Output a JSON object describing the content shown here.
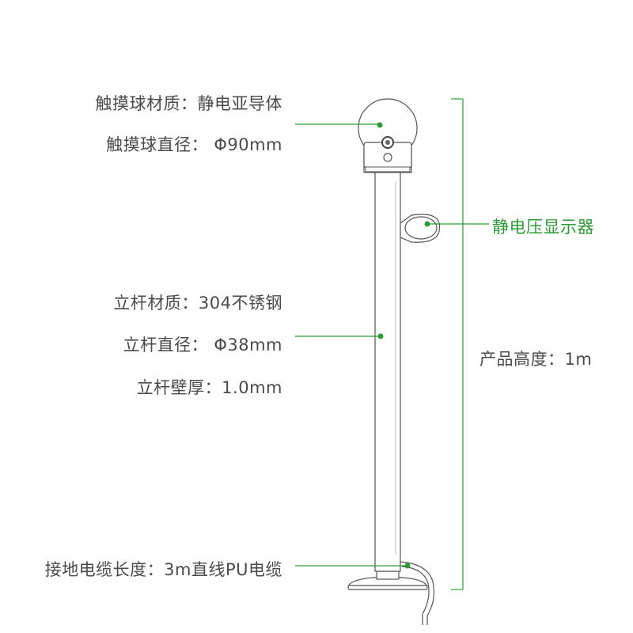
{
  "colors": {
    "accent": "#2e9b36",
    "outline": "#555555",
    "text": "#4a4a4a",
    "background": "#ffffff"
  },
  "labels": {
    "ball_material": "触摸球材质：静电亚导体",
    "ball_diameter": "触摸球直径：  Φ90mm",
    "display": "静电压显示器",
    "pole_material": "立杆材质：304不锈钢",
    "pole_diameter": "立杆直径：  Φ38mm",
    "pole_thickness": "立杆壁厚：1.0mm",
    "product_height": "产品高度：1m",
    "cable_length": "接地电缆长度：3m直线PU电缆"
  }
}
